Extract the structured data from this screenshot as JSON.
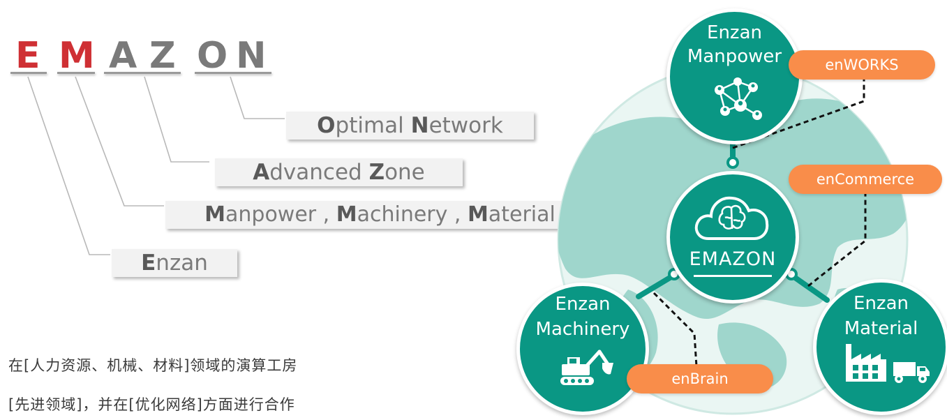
{
  "acronym": {
    "letters": [
      "E",
      "M",
      "A",
      "Z",
      "O",
      "N"
    ],
    "highlight_color": "#cf3034",
    "base_color": "#7a7a7a"
  },
  "words": {
    "optimal": {
      "initial": "O",
      "rest": "ptimal ",
      "initial2": "N",
      "rest2": "etwork"
    },
    "advanced": {
      "initial": "A",
      "rest": "dvanced ",
      "initial2": "Z",
      "rest2": "one"
    },
    "manpower": {
      "initial": "M",
      "rest": "anpower , ",
      "initial2": "M",
      "rest2": "achinery , ",
      "initial3": "M",
      "rest3": "aterial"
    },
    "enzan": {
      "initial": "E",
      "rest": "nzan"
    }
  },
  "chinese": {
    "line1": "在[人力资源、机械、材料]领域的演算工房",
    "line2": "[先进领域]，并在[优化网络]方面进行合作"
  },
  "diagram": {
    "center_label": "EMAZON",
    "nodes": {
      "manpower": [
        "Enzan",
        "Manpower"
      ],
      "machinery": [
        "Enzan",
        "Machinery"
      ],
      "material": [
        "Enzan",
        "Material"
      ]
    },
    "pills": {
      "enworks": "enWORKS",
      "encommerce": "enCommerce",
      "enbrain": "enBrain"
    },
    "colors": {
      "teal": "#0a9784",
      "orange": "#f98d4a",
      "globe": "#9fd6cc"
    },
    "icons": [
      "network-people-icon",
      "brain-cloud-icon",
      "excavator-icon",
      "factory-icon",
      "truck-icon"
    ]
  }
}
